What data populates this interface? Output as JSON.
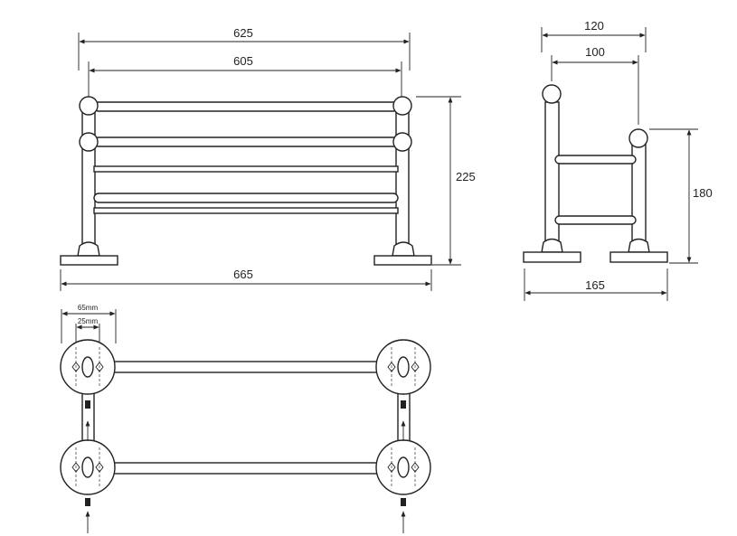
{
  "dimensions": {
    "front_outer_top": "625",
    "front_inner_top": "605",
    "front_height": "225",
    "front_base": "665",
    "side_top_outer": "120",
    "side_top_inner": "100",
    "side_height": "180",
    "side_base": "165",
    "plan_outer": "65mm",
    "plan_inner": "25mm"
  },
  "colors": {
    "line": "#222222",
    "background": "#ffffff"
  }
}
